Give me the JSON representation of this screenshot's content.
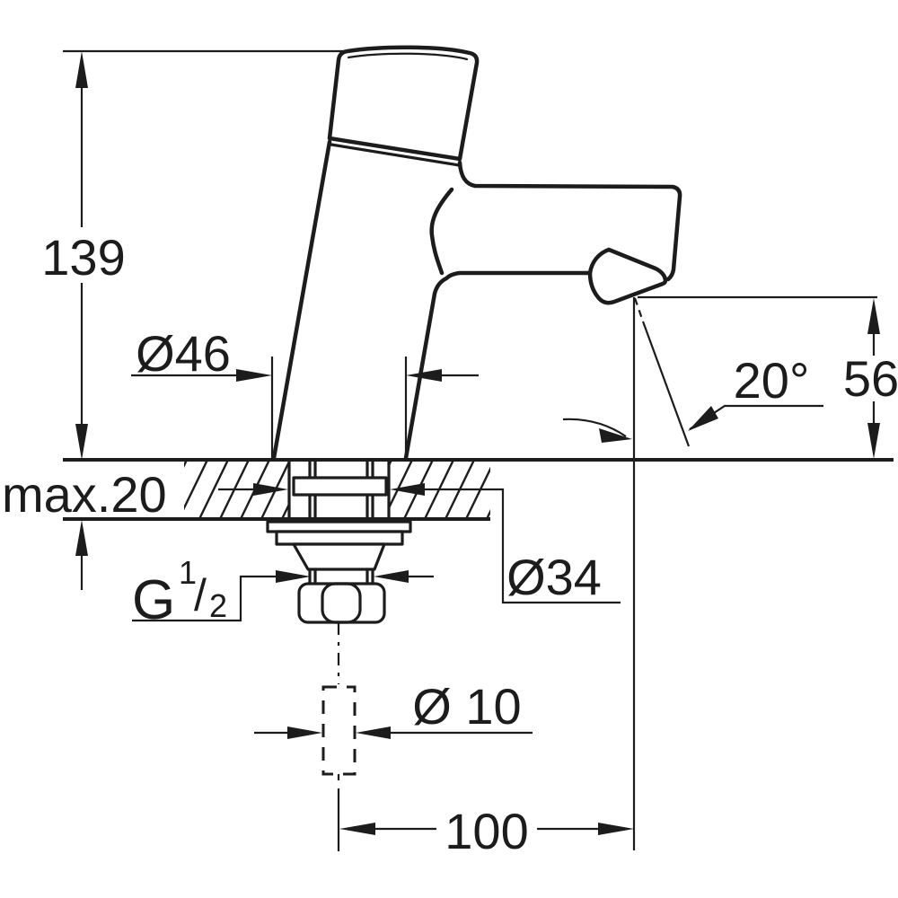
{
  "page": {
    "background": "#ffffff",
    "line_color": "#1c1c1c",
    "description": "Technical dimension drawing of a pillar tap (faucet) with mounting hardware"
  },
  "dimensions": {
    "height_label": "139",
    "base_diameter_label": "Ø46",
    "deck_thickness_label": "max.20",
    "thread_g": "G",
    "thread_numerator": "1",
    "thread_slash": "/",
    "thread_denominator": "2",
    "shank_diameter_label": "Ø34",
    "spout_angle_label": "20°",
    "outlet_height_label": "56",
    "connection_diameter_label": "Ø 10",
    "spout_reach_label": "100"
  }
}
